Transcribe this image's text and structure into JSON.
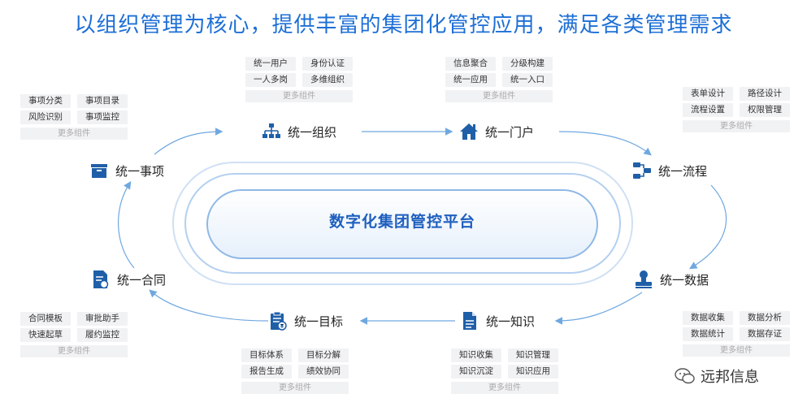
{
  "headline": "以组织管理为核心，提供丰富的集团化管控应用，满足各类管理需求",
  "center": "数字化集团管控平台",
  "nodes": {
    "org": "统一组织",
    "portal": "统一门户",
    "process": "统一流程",
    "data": "统一数据",
    "knowledge": "统一知识",
    "target": "统一目标",
    "contract": "统一合同",
    "affairs": "统一事项"
  },
  "groups": {
    "org": [
      "统一用户",
      "身份认证",
      "一人多岗",
      "多维组织"
    ],
    "portal": [
      "信息聚合",
      "分级构建",
      "统一应用",
      "统一入口"
    ],
    "affairs": [
      "事项分类",
      "事项目录",
      "风险识别",
      "事项监控"
    ],
    "process": [
      "表单设计",
      "路径设计",
      "流程设置",
      "权限管理"
    ],
    "contract": [
      "合同模板",
      "审批助手",
      "快速起草",
      "履约监控"
    ],
    "target": [
      "目标体系",
      "目标分解",
      "报告生成",
      "绩效协同"
    ],
    "knowledge": [
      "知识收集",
      "知识管理",
      "知识沉淀",
      "知识应用"
    ],
    "data": [
      "数据收集",
      "数据分析",
      "数据统计",
      "数据存证"
    ]
  },
  "more_label": "更多组件",
  "watermark": "远邦信息",
  "colors": {
    "accent": "#1d6fd6",
    "icon": "#1f5fa8",
    "tag_bg": "#f1f2f4"
  },
  "icons": {
    "org": "org-chart-icon",
    "portal": "house-icon",
    "process": "flow-icon",
    "data": "stamp-icon",
    "knowledge": "document-icon",
    "target": "clipboard-yen-icon",
    "contract": "contract-icon",
    "affairs": "inbox-icon",
    "watermark": "wechat-icon"
  }
}
